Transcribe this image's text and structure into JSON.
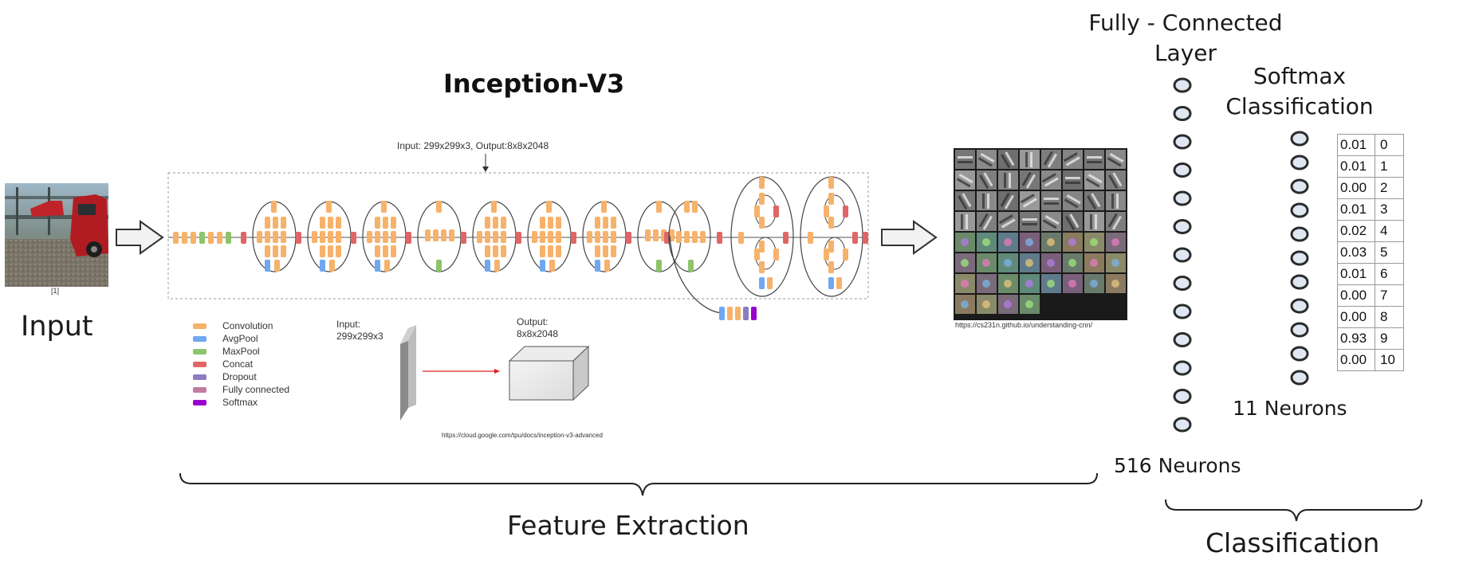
{
  "labels": {
    "input": "Input",
    "input_ref": "[1]",
    "inception_title": "Inception-V3",
    "io_shape": "Input: 299x299x3, Output:8x8x2048",
    "feature_extraction": "Feature Extraction",
    "classification": "Classification",
    "fc_layer": "Fully - Connected Layer",
    "fc_neurons": "516 Neurons",
    "softmax": "Softmax Classification",
    "softmax_neurons": "11 Neurons",
    "filters_url": "https://cs231n.github.io/understanding-cnn/",
    "google_url": "https://cloud.google.com/tpu/docs/inception-v3-advanced",
    "block_input": "Input:",
    "block_input_shape": "299x299x3",
    "block_output": "Output:",
    "block_output_shape": "8x8x2048"
  },
  "legend": [
    {
      "label": "Convolution",
      "color": "#f6b26b"
    },
    {
      "label": "AvgPool",
      "color": "#6fa8f0"
    },
    {
      "label": "MaxPool",
      "color": "#8dc46a"
    },
    {
      "label": "Concat",
      "color": "#e06666"
    },
    {
      "label": "Dropout",
      "color": "#8e7cc3"
    },
    {
      "label": "Fully connected",
      "color": "#c27ba0"
    },
    {
      "label": "Softmax",
      "color": "#9900cc"
    }
  ],
  "softmax_table": [
    {
      "p": "0.01",
      "c": "0"
    },
    {
      "p": "0.01",
      "c": "1"
    },
    {
      "p": "0.00",
      "c": "2"
    },
    {
      "p": "0.01",
      "c": "3"
    },
    {
      "p": "0.02",
      "c": "4"
    },
    {
      "p": "0.03",
      "c": "5"
    },
    {
      "p": "0.01",
      "c": "6"
    },
    {
      "p": "0.00",
      "c": "7"
    },
    {
      "p": "0.00",
      "c": "8"
    },
    {
      "p": "0.93",
      "c": "9"
    },
    {
      "p": "0.00",
      "c": "10"
    }
  ],
  "colors": {
    "conv": "#f6b26b",
    "avgpool": "#6fa8f0",
    "maxpool": "#8dc46a",
    "concat": "#e06666",
    "dropout": "#8e7cc3",
    "fc": "#c27ba0",
    "softmax": "#9900cc",
    "neuron_fill": "#dfe8f2",
    "neuron_stroke": "#2b2b2b"
  }
}
